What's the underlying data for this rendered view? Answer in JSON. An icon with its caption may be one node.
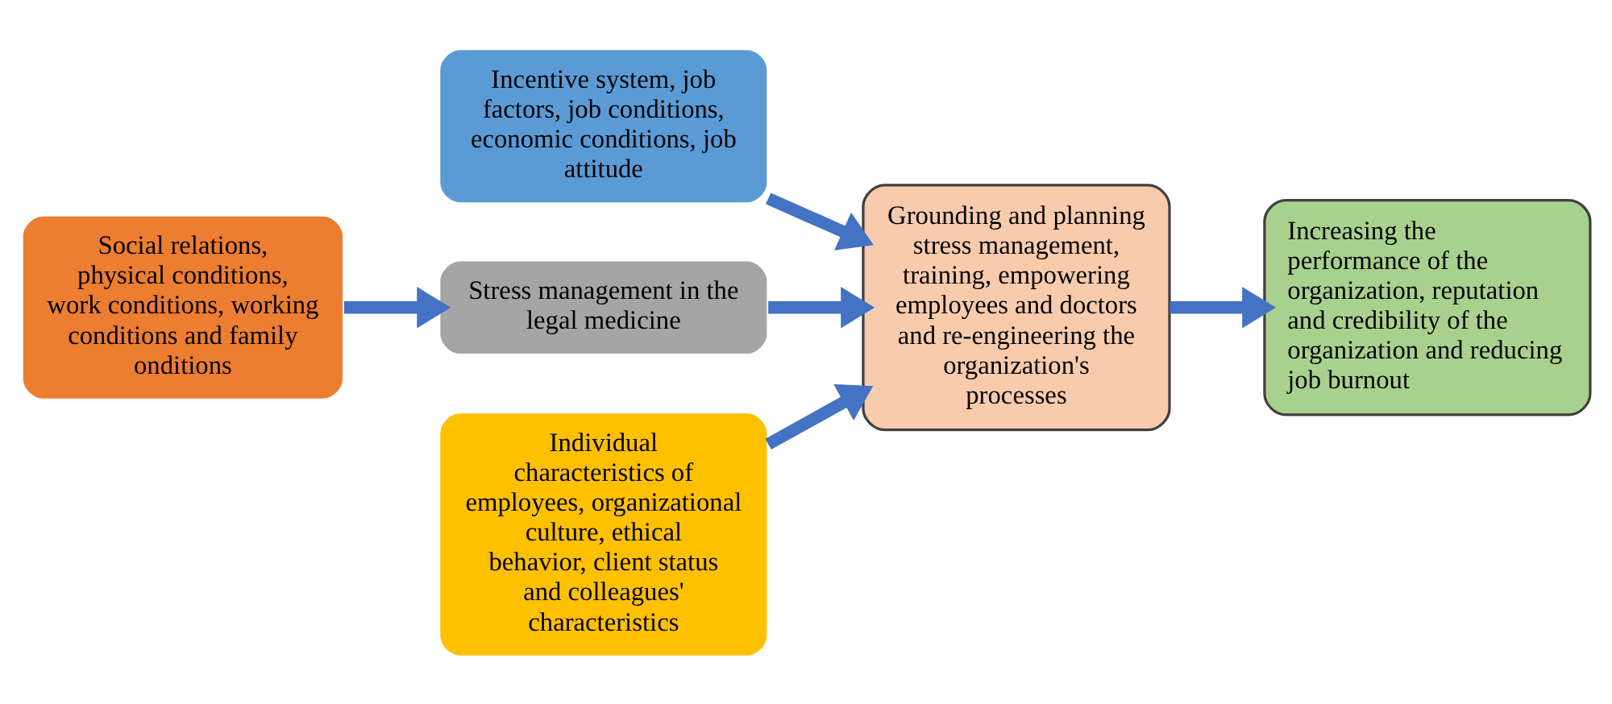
{
  "diagram": {
    "nodes": [
      {
        "text": [
          "Incentive system, job factors, job conditions, economic conditions, job attitude"
        ]
      },
      {
        "text": [
          "Social relations, physical conditions, work conditions, working conditions and family onditions"
        ]
      },
      {
        "text": [
          "Stress management in the legal medicine"
        ]
      },
      {
        "text": [
          "Individual characteristics of employees, organizational culture, ethical behavior, client status and colleagues' characteristics"
        ]
      },
      {
        "text": [
          "Grounding and planning stress management, training, empowering employees and doctors and re-engineering the organization's processes"
        ]
      },
      {
        "text": [
          "Increasing the performance of the organization, reputation and credibility of the organization and reducing job burnout"
        ]
      }
    ],
    "edges": [
      {
        "from": 0,
        "to": 4,
        "arrow": "to"
      },
      {
        "from": 1,
        "to": 2,
        "arrow": "to"
      },
      {
        "from": 2,
        "to": 4,
        "arrow": "to"
      },
      {
        "from": 3,
        "to": 4,
        "arrow": "to"
      },
      {
        "from": 4,
        "to": 5,
        "arrow": "to"
      }
    ]
  }
}
